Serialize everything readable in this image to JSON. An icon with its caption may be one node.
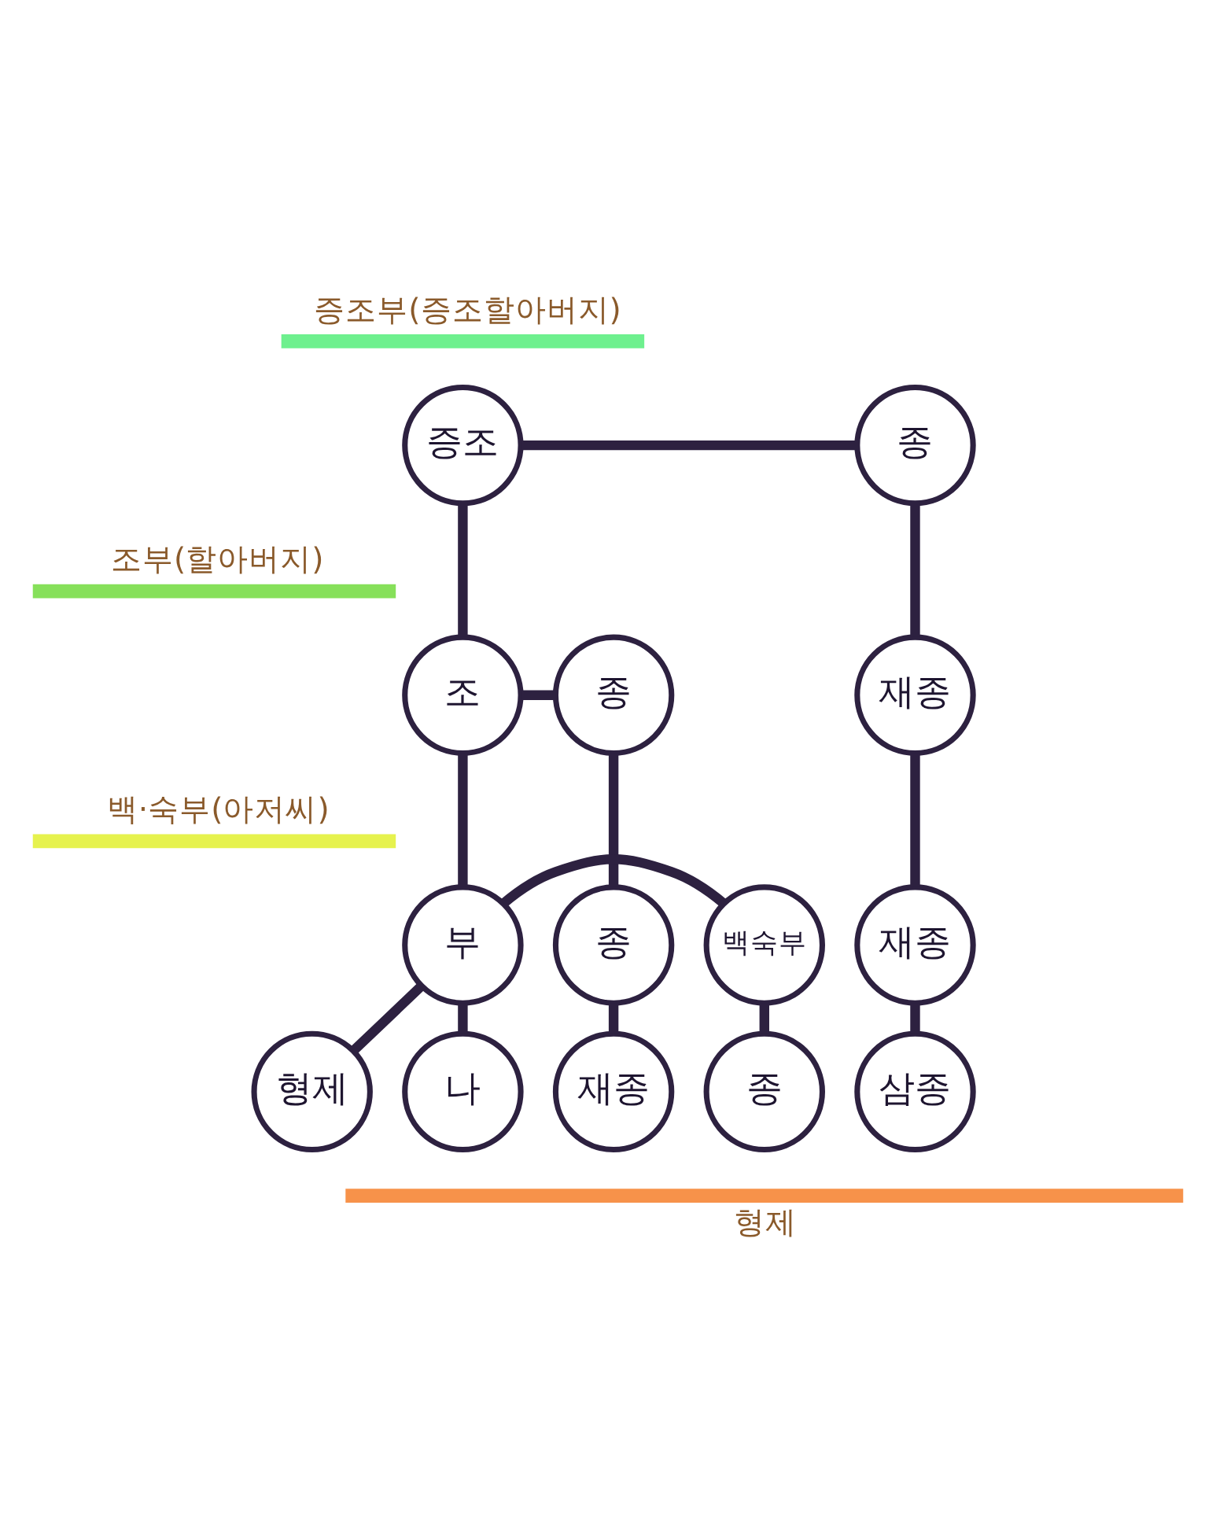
{
  "diagram": {
    "nodes": [
      {
        "text": [
          "증조"
        ]
      },
      {
        "text": [
          "종"
        ]
      },
      {
        "text": [
          "조"
        ]
      },
      {
        "text": [
          "종"
        ]
      },
      {
        "text": [
          "재종"
        ]
      },
      {
        "text": [
          "부"
        ]
      },
      {
        "text": [
          "백숙부"
        ]
      },
      {
        "text": [
          "종"
        ]
      },
      {
        "text": [
          "재종"
        ]
      },
      {
        "text": [
          "나"
        ]
      },
      {
        "text": [
          "형제"
        ]
      },
      {
        "text": [
          "종"
        ]
      },
      {
        "text": [
          "재종"
        ]
      },
      {
        "text": [
          "삼종"
        ]
      }
    ],
    "edges": [
      {
        "from": 0,
        "to": 1,
        "arrow": "none"
      },
      {
        "from": 0,
        "to": 2,
        "arrow": "none"
      },
      {
        "from": 1,
        "to": 4,
        "arrow": "none"
      },
      {
        "from": 2,
        "to": 3,
        "arrow": "none"
      },
      {
        "from": 2,
        "to": 5,
        "arrow": "none"
      },
      {
        "from": 3,
        "to": 7,
        "arrow": "none"
      },
      {
        "from": 4,
        "to": 8,
        "arrow": "none"
      },
      {
        "from": 5,
        "to": 6,
        "arrow": "none"
      },
      {
        "from": 5,
        "to": 9,
        "arrow": "none"
      },
      {
        "from": 5,
        "to": 10,
        "arrow": "none"
      },
      {
        "from": 6,
        "to": 11,
        "arrow": "none"
      },
      {
        "from": 7,
        "to": 12,
        "arrow": "none"
      },
      {
        "from": 8,
        "to": 13,
        "arrow": "none"
      }
    ],
    "legend": [
      {
        "text": "증조부(증조할아버지)",
        "color": "#6ef08e"
      },
      {
        "text": "조부(할아버지)",
        "color": "#86e05a"
      },
      {
        "text": "백·숙부(아저씨)",
        "color": "#e6f24e"
      },
      {
        "text": "형제",
        "color": "#f7924a"
      }
    ]
  }
}
